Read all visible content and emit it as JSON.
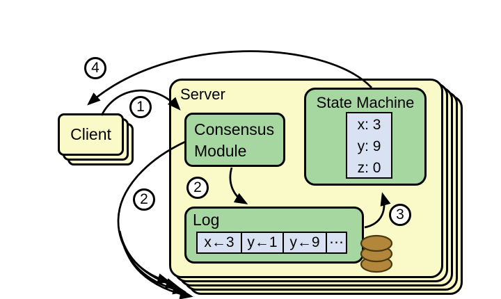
{
  "diagram": {
    "client": {
      "label": "Client"
    },
    "server": {
      "label": "Server"
    },
    "consensus_module": {
      "label": "Consensus Module"
    },
    "state_machine": {
      "label": "State Machine",
      "entries": [
        "x: 3",
        "y: 9",
        "z: 0"
      ]
    },
    "log": {
      "label": "Log",
      "entries": [
        "x←3",
        "y←1",
        "y←9",
        "⋯"
      ]
    },
    "badges": {
      "step1": "1",
      "step2_inner": "2",
      "step2_outer": "2",
      "step3": "3",
      "step4": "4"
    },
    "icons": {
      "database": "stacked-disk-cylinder"
    }
  },
  "palette": {
    "background": "#FFFFFF",
    "box_yellow": "#FAFAC8",
    "box_green": "#A6D7A1",
    "cell_blue": "#D9E2F3",
    "outline": "#000000",
    "cylinder_fill": "#B3873B",
    "cylinder_stroke": "#4A3A10"
  }
}
